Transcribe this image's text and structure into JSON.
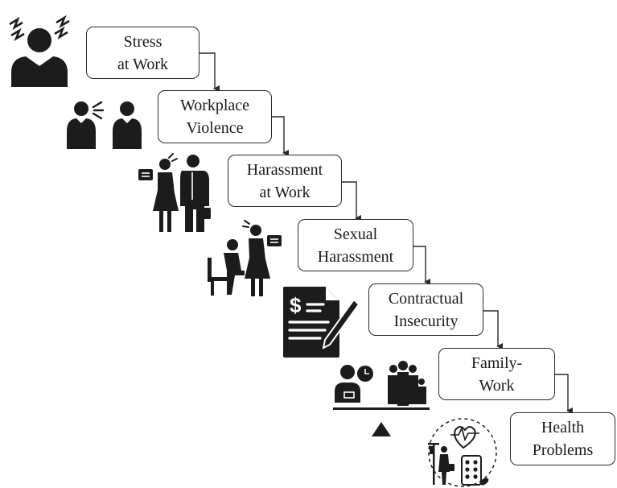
{
  "steps": [
    {
      "line1": "Stress",
      "line2": "at Work",
      "icon": "stressed-person-icon"
    },
    {
      "line1": "Workplace",
      "line2": "Violence",
      "icon": "people-shouting-icon"
    },
    {
      "line1": "Harassment",
      "line2": "at Work",
      "icon": "office-harassment-icon"
    },
    {
      "line1": "Sexual",
      "line2": "Harassment",
      "icon": "sexual-harassment-icon"
    },
    {
      "line1": "Contractual",
      "line2": "Insecurity",
      "icon": "contract-document-icon"
    },
    {
      "line1": "Family-",
      "line2": "Work",
      "icon": "work-family-balance-icon"
    },
    {
      "line1": "Health",
      "line2": "Problems",
      "icon": "health-care-icon"
    }
  ],
  "colors": {
    "stroke": "#2a2a2a",
    "icon": "#1c1c1c"
  }
}
